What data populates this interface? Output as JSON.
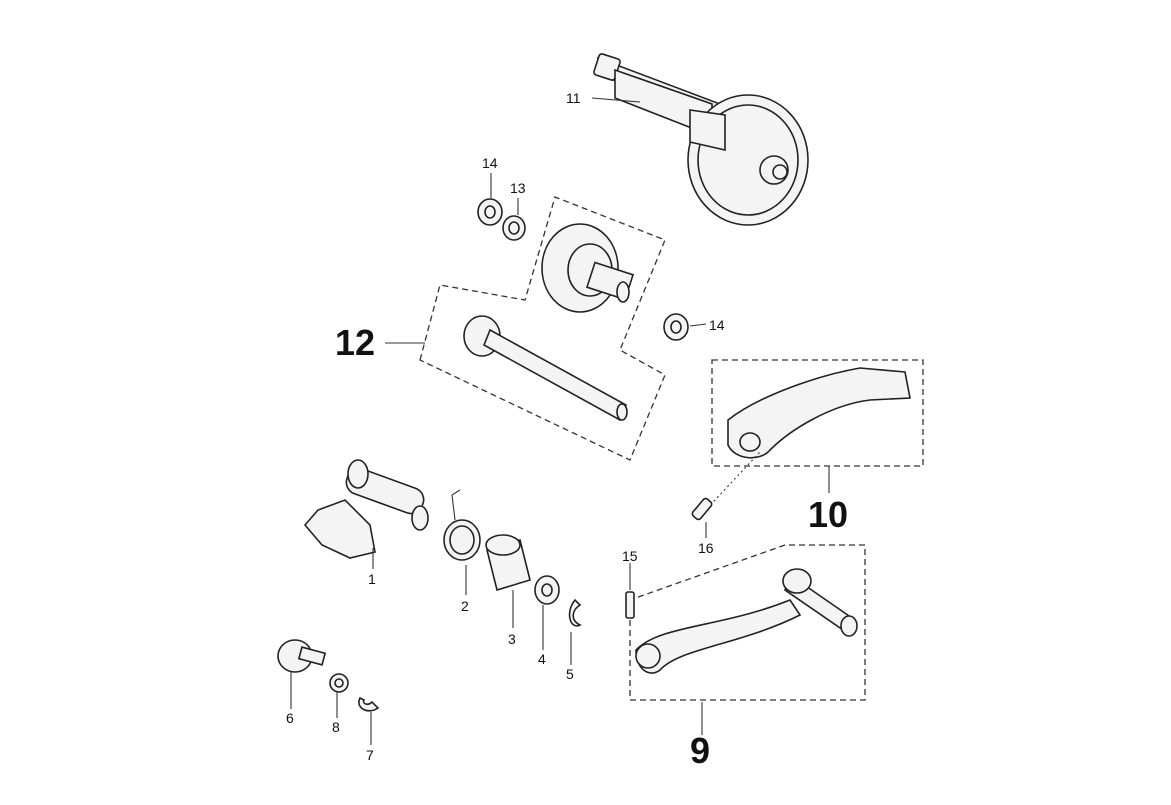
{
  "diagram": {
    "callouts": [
      {
        "id": "c1",
        "text": "1"
      },
      {
        "id": "c2",
        "text": "2"
      },
      {
        "id": "c3",
        "text": "3"
      },
      {
        "id": "c4",
        "text": "4"
      },
      {
        "id": "c5",
        "text": "5"
      },
      {
        "id": "c6",
        "text": "6"
      },
      {
        "id": "c7",
        "text": "7"
      },
      {
        "id": "c8",
        "text": "8"
      },
      {
        "id": "c9",
        "text": "9"
      },
      {
        "id": "c10",
        "text": "10"
      },
      {
        "id": "c11",
        "text": "11"
      },
      {
        "id": "c12",
        "text": "12"
      },
      {
        "id": "c13",
        "text": "13"
      },
      {
        "id": "c14a",
        "text": "14"
      },
      {
        "id": "c14b",
        "text": "14"
      },
      {
        "id": "c15",
        "text": "15"
      },
      {
        "id": "c16",
        "text": "16"
      }
    ]
  }
}
